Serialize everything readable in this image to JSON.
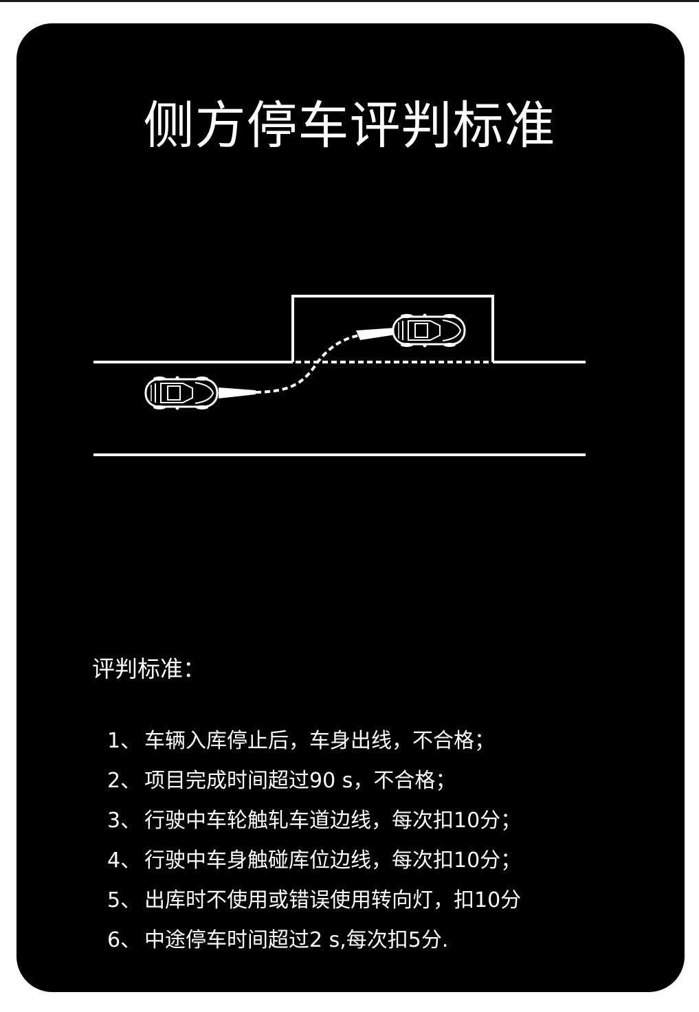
{
  "title": "侧方停车评判标准",
  "criteria": {
    "heading": "评判标准：",
    "rules": [
      {
        "num": "1、",
        "text": "车辆入库停止后，车身出线，不合格；"
      },
      {
        "num": "2、",
        "text": "项目完成时间超过90 s，不合格；"
      },
      {
        "num": "3、",
        "text": "行驶中车轮触轧车道边线，每次扣10分；"
      },
      {
        "num": "4、",
        "text": "行驶中车身触碰库位边线，每次扣10分；"
      },
      {
        "num": "5、",
        "text": "出库时不使用或错误使用转向灯，扣10分"
      },
      {
        "num": "6、",
        "text": "中途停车时间超过2 s,每次扣5分."
      }
    ]
  },
  "diagram": {
    "elements": [
      "parking-bay",
      "road-edge-line",
      "bay-entrance-dashed-line",
      "lane-line",
      "car-start",
      "car-parked",
      "path-arrow"
    ],
    "colors": {
      "background": "#000000",
      "line": "#ffffff"
    }
  }
}
